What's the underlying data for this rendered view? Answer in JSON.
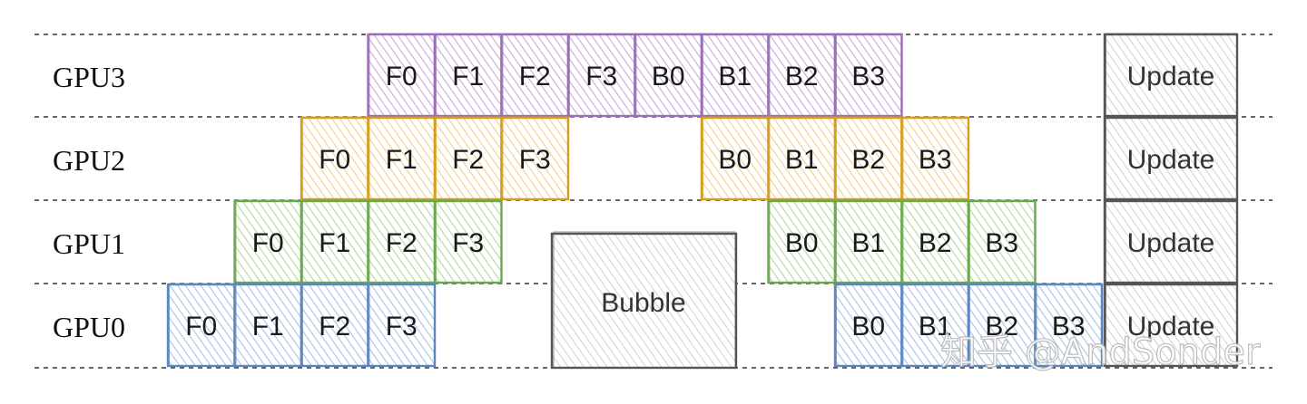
{
  "rows": [
    {
      "id": "gpu3",
      "label": "GPU3",
      "color": "purple",
      "forward": [
        "F0",
        "F1",
        "F2",
        "F3"
      ],
      "backward": [
        "B0",
        "B1",
        "B2",
        "B3"
      ],
      "update": "Update"
    },
    {
      "id": "gpu2",
      "label": "GPU2",
      "color": "orange",
      "forward": [
        "F0",
        "F1",
        "F2",
        "F3"
      ],
      "backward": [
        "B0",
        "B1",
        "B2",
        "B3"
      ],
      "update": "Update"
    },
    {
      "id": "gpu1",
      "label": "GPU1",
      "color": "green",
      "forward": [
        "F0",
        "F1",
        "F2",
        "F3"
      ],
      "backward": [
        "B0",
        "B1",
        "B2",
        "B3"
      ],
      "update": "Update"
    },
    {
      "id": "gpu0",
      "label": "GPU0",
      "color": "blue",
      "forward": [
        "F0",
        "F1",
        "F2",
        "F3"
      ],
      "backward": [
        "B0",
        "B1",
        "B2",
        "B3"
      ],
      "update": "Update"
    }
  ],
  "bubble": {
    "label": "Bubble"
  },
  "watermark": "知乎 @AndSonder",
  "colors": {
    "purple": {
      "stroke": "#9b6fb5",
      "hatch": "#c9a9dc"
    },
    "orange": {
      "stroke": "#d69e1d",
      "hatch": "#f3cf8c"
    },
    "green": {
      "stroke": "#6aa84f",
      "hatch": "#b3d89c"
    },
    "blue": {
      "stroke": "#5b86c0",
      "hatch": "#a9c3e6"
    },
    "neutral": {
      "stroke": "#555555",
      "hatch": "#d4d4d4"
    },
    "gridline": "#333333"
  }
}
